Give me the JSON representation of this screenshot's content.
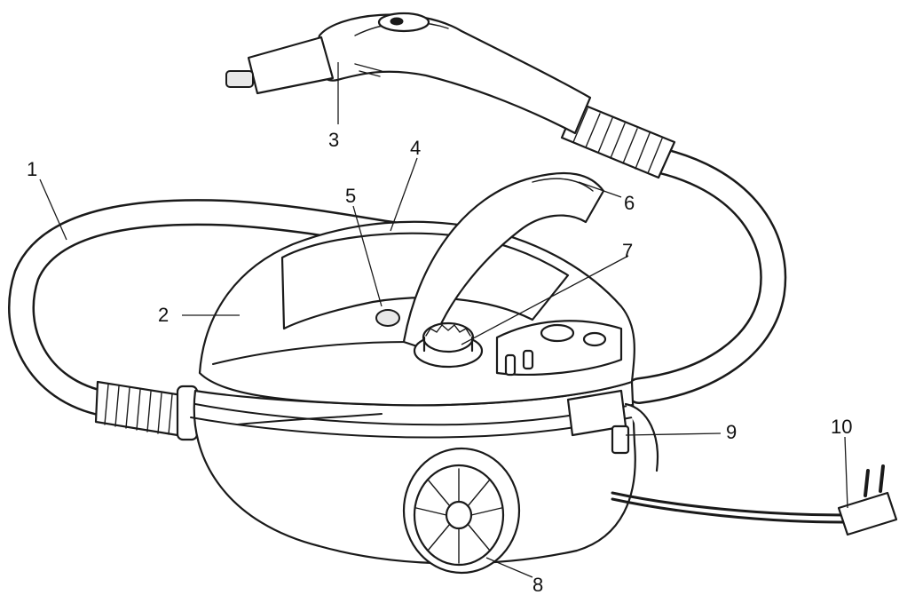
{
  "callouts": [
    {
      "id": "1",
      "label": "1"
    },
    {
      "id": "2",
      "label": "2"
    },
    {
      "id": "3",
      "label": "3"
    },
    {
      "id": "4",
      "label": "4"
    },
    {
      "id": "5",
      "label": "5"
    },
    {
      "id": "6",
      "label": "6"
    },
    {
      "id": "7",
      "label": "7"
    },
    {
      "id": "8",
      "label": "8"
    },
    {
      "id": "9",
      "label": "9"
    },
    {
      "id": "10",
      "label": "10"
    }
  ],
  "colors": {
    "ink": "#1a1a1a",
    "background": "#ffffff"
  }
}
